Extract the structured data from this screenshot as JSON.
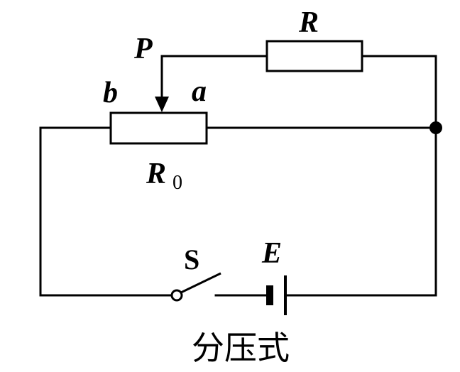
{
  "diagram": {
    "type": "circuit",
    "caption": "分压式",
    "components": {
      "resistor_R": {
        "label": "R"
      },
      "rheostat_R0": {
        "label": "R",
        "subscript": "0",
        "end_b_label": "b",
        "end_a_label": "a"
      },
      "slider_P": {
        "label": "P"
      },
      "switch_S": {
        "label": "S"
      },
      "battery_E": {
        "label": "E"
      }
    },
    "colors": {
      "stroke": "#000000",
      "background": "#ffffff"
    }
  }
}
